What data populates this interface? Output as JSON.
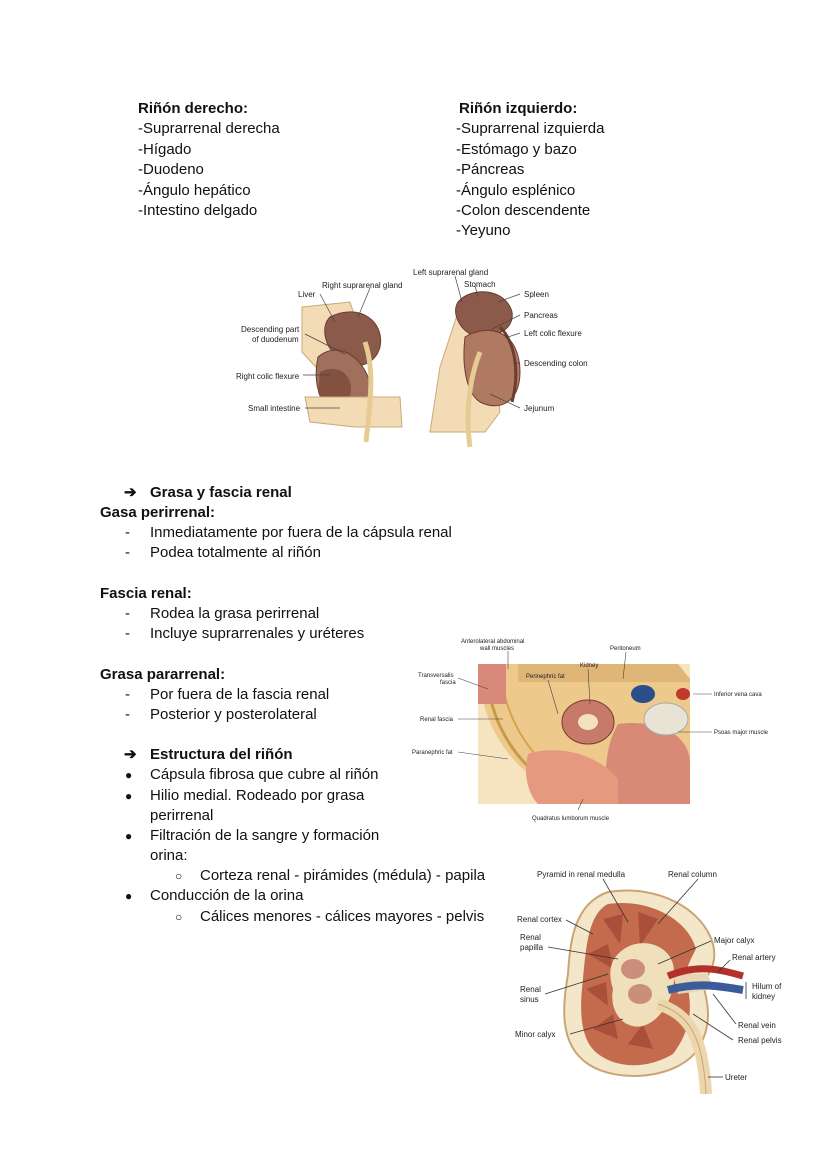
{
  "kidneys": {
    "right": {
      "heading": "Riñón derecho:",
      "items": [
        "-Suprarrenal derecha",
        "-Hígado",
        "-Duodeno",
        "-Ángulo hepático",
        "-Intestino delgado"
      ]
    },
    "left": {
      "heading": "Riñón izquierdo:",
      "items": [
        "-Suprarrenal izquierda",
        "-Estómago y bazo",
        "-Páncreas",
        "-Ángulo esplénico",
        "-Colon descendente",
        "-Yeyuno"
      ]
    }
  },
  "figure1": {
    "labels": {
      "liver": "Liver",
      "right_suprarenal": "Right suprarenal gland",
      "left_suprarenal": "Left suprarenal gland",
      "stomach": "Stomach",
      "spleen": "Spleen",
      "pancreas": "Pancreas",
      "left_colic": "Left colic flexure",
      "descending_part_1": "Descending part",
      "descending_part_2": "of duodenum",
      "right_colic": "Right colic flexure",
      "descending_colon": "Descending colon",
      "small_intestine": "Small intestine",
      "jejunum": "Jejunum"
    }
  },
  "section_fat": {
    "arrow": "➔",
    "title": "Grasa y fascia renal",
    "perirrenal": {
      "heading": "Gasa perirrenal:",
      "items": [
        "Inmediatamente por fuera de la cápsula renal",
        "Podea totalmente al riñón"
      ]
    },
    "fascia": {
      "heading": "Fascia renal:",
      "items": [
        "Rodea la grasa perirrenal",
        "Incluye suprarrenales y uréteres"
      ]
    },
    "pararrenal": {
      "heading": "Grasa pararrenal:",
      "items": [
        "Por fuera de la fascia renal",
        "Posterior y posterolateral"
      ]
    },
    "dash": "-"
  },
  "figure2": {
    "labels": {
      "anterolateral_1": "Anterolateral abdominal",
      "anterolateral_2": "wall muscles",
      "peritoneum": "Peritoneum",
      "kidney": "Kidney",
      "transversalis_1": "Transversalis",
      "transversalis_2": "fascia",
      "perinephric": "Perinephric fat",
      "ivc": "Inferior vena cava",
      "renal_fascia": "Renal fascia",
      "psoas": "Psoas major muscle",
      "paranephric": "Paranephric fat",
      "quadratus": "Quadratus lumborum muscle"
    }
  },
  "section_structure": {
    "arrow": "➔",
    "title": "Estructura del riñón",
    "bullet": "●",
    "circle": "○",
    "items": [
      {
        "text": "Cápsula fibrosa que cubre al riñón"
      },
      {
        "text": "Hilio medial. Rodeado por grasa",
        "text2": "perirrenal"
      },
      {
        "text": "Filtración de la sangre y formación",
        "text2": "orina:",
        "sub": "Corteza renal - pirámides (médula) - papila"
      },
      {
        "text": "Conducción de la orina",
        "sub": "Cálices menores - cálices mayores - pelvis"
      }
    ]
  },
  "figure3": {
    "labels": {
      "pyramid": "Pyramid in renal medulla",
      "column": "Renal column",
      "cortex": "Renal cortex",
      "papilla_1": "Renal",
      "papilla_2": "papilla",
      "major_calyx": "Major calyx",
      "renal_artery": "Renal artery",
      "sinus_1": "Renal",
      "sinus_2": "sinus",
      "hilum_1": "Hilum of",
      "hilum_2": "kidney",
      "minor_calyx": "Minor calyx",
      "renal_vein": "Renal vein",
      "renal_pelvis": "Renal pelvis",
      "ureter": "Ureter"
    }
  }
}
